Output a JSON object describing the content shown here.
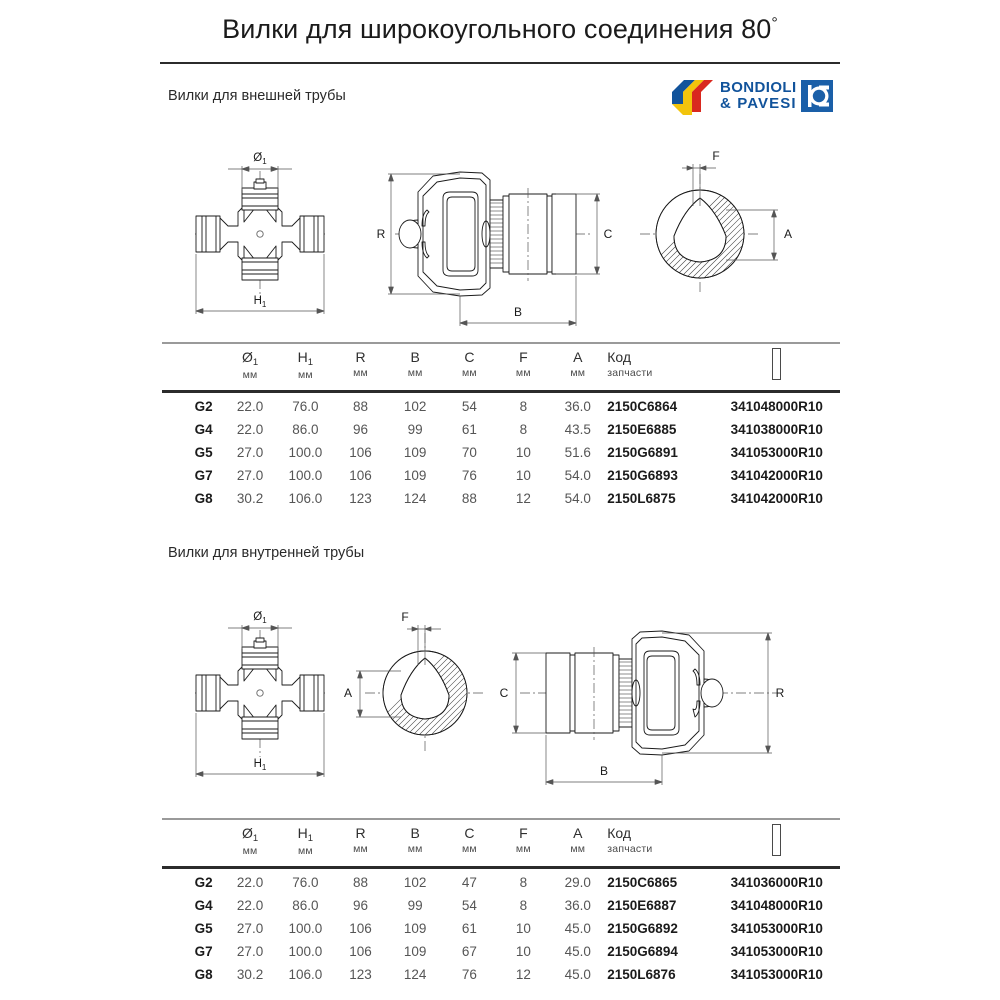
{
  "document": {
    "title": "Вилки для широкоугольного соединения 80",
    "title_degree": "°"
  },
  "logo": {
    "line1": "BONDIOLI",
    "line2": "& PAVESI",
    "colors": {
      "blue": "#11539b",
      "yellow": "#f2c40c",
      "red": "#d9281f"
    }
  },
  "sections": [
    {
      "label": "Вилки для внешней трубы",
      "drawings": {
        "cross": {
          "dim_top": "Ø",
          "dim_top_sub": "1",
          "dim_bottom": "H",
          "dim_bottom_sub": "1"
        },
        "yoke": {
          "dim_left": "R",
          "dim_right": "C",
          "dim_bottom": "B"
        },
        "profile": {
          "dim_top": "F",
          "dim_right": "A"
        }
      },
      "table": {
        "headers": [
          {
            "main": "",
            "sub": ""
          },
          {
            "main": "Ø",
            "main_sub": "1",
            "sub": "мм"
          },
          {
            "main": "H",
            "main_sub": "1",
            "sub": "мм"
          },
          {
            "main": "R",
            "sub": "мм"
          },
          {
            "main": "B",
            "sub": "мм"
          },
          {
            "main": "C",
            "sub": "мм"
          },
          {
            "main": "F",
            "sub": "мм"
          },
          {
            "main": "A",
            "sub": "мм"
          },
          {
            "main": "Код",
            "sub": "запчасти"
          },
          {
            "main": "pin-icon",
            "sub": ""
          }
        ],
        "rows": [
          {
            "size": "G2",
            "d1": "22.0",
            "h1": "76.0",
            "r": "88",
            "b": "102",
            "c": "54",
            "f": "8",
            "a": "36.0",
            "code": "2150C6864",
            "ref": "341048000R10"
          },
          {
            "size": "G4",
            "d1": "22.0",
            "h1": "86.0",
            "r": "96",
            "b": "99",
            "c": "61",
            "f": "8",
            "a": "43.5",
            "code": "2150E6885",
            "ref": "341038000R10"
          },
          {
            "size": "G5",
            "d1": "27.0",
            "h1": "100.0",
            "r": "106",
            "b": "109",
            "c": "70",
            "f": "10",
            "a": "51.6",
            "code": "2150G6891",
            "ref": "341053000R10"
          },
          {
            "size": "G7",
            "d1": "27.0",
            "h1": "100.0",
            "r": "106",
            "b": "109",
            "c": "76",
            "f": "10",
            "a": "54.0",
            "code": "2150G6893",
            "ref": "341042000R10"
          },
          {
            "size": "G8",
            "d1": "30.2",
            "h1": "106.0",
            "r": "123",
            "b": "124",
            "c": "88",
            "f": "12",
            "a": "54.0",
            "code": "2150L6875",
            "ref": "341042000R10"
          }
        ]
      }
    },
    {
      "label": "Вилки для внутренней трубы",
      "drawings": {
        "cross": {
          "dim_top": "Ø",
          "dim_top_sub": "1",
          "dim_bottom": "H",
          "dim_bottom_sub": "1"
        },
        "profile": {
          "dim_top": "F",
          "dim_left": "A"
        },
        "yoke": {
          "dim_left": "C",
          "dim_right": "R",
          "dim_bottom": "B"
        }
      },
      "table": {
        "headers": [
          {
            "main": "",
            "sub": ""
          },
          {
            "main": "Ø",
            "main_sub": "1",
            "sub": "мм"
          },
          {
            "main": "H",
            "main_sub": "1",
            "sub": "мм"
          },
          {
            "main": "R",
            "sub": "мм"
          },
          {
            "main": "B",
            "sub": "мм"
          },
          {
            "main": "C",
            "sub": "мм"
          },
          {
            "main": "F",
            "sub": "мм"
          },
          {
            "main": "A",
            "sub": "мм"
          },
          {
            "main": "Код",
            "sub": "запчасти"
          },
          {
            "main": "pin-icon",
            "sub": ""
          }
        ],
        "rows": [
          {
            "size": "G2",
            "d1": "22.0",
            "h1": "76.0",
            "r": "88",
            "b": "102",
            "c": "47",
            "f": "8",
            "a": "29.0",
            "code": "2150C6865",
            "ref": "341036000R10"
          },
          {
            "size": "G4",
            "d1": "22.0",
            "h1": "86.0",
            "r": "96",
            "b": "99",
            "c": "54",
            "f": "8",
            "a": "36.0",
            "code": "2150E6887",
            "ref": "341048000R10"
          },
          {
            "size": "G5",
            "d1": "27.0",
            "h1": "100.0",
            "r": "106",
            "b": "109",
            "c": "61",
            "f": "10",
            "a": "45.0",
            "code": "2150G6892",
            "ref": "341053000R10"
          },
          {
            "size": "G7",
            "d1": "27.0",
            "h1": "100.0",
            "r": "106",
            "b": "109",
            "c": "67",
            "f": "10",
            "a": "45.0",
            "code": "2150G6894",
            "ref": "341053000R10"
          },
          {
            "size": "G8",
            "d1": "30.2",
            "h1": "106.0",
            "r": "123",
            "b": "124",
            "c": "76",
            "f": "12",
            "a": "45.0",
            "code": "2150L6876",
            "ref": "341053000R10"
          }
        ]
      }
    }
  ]
}
